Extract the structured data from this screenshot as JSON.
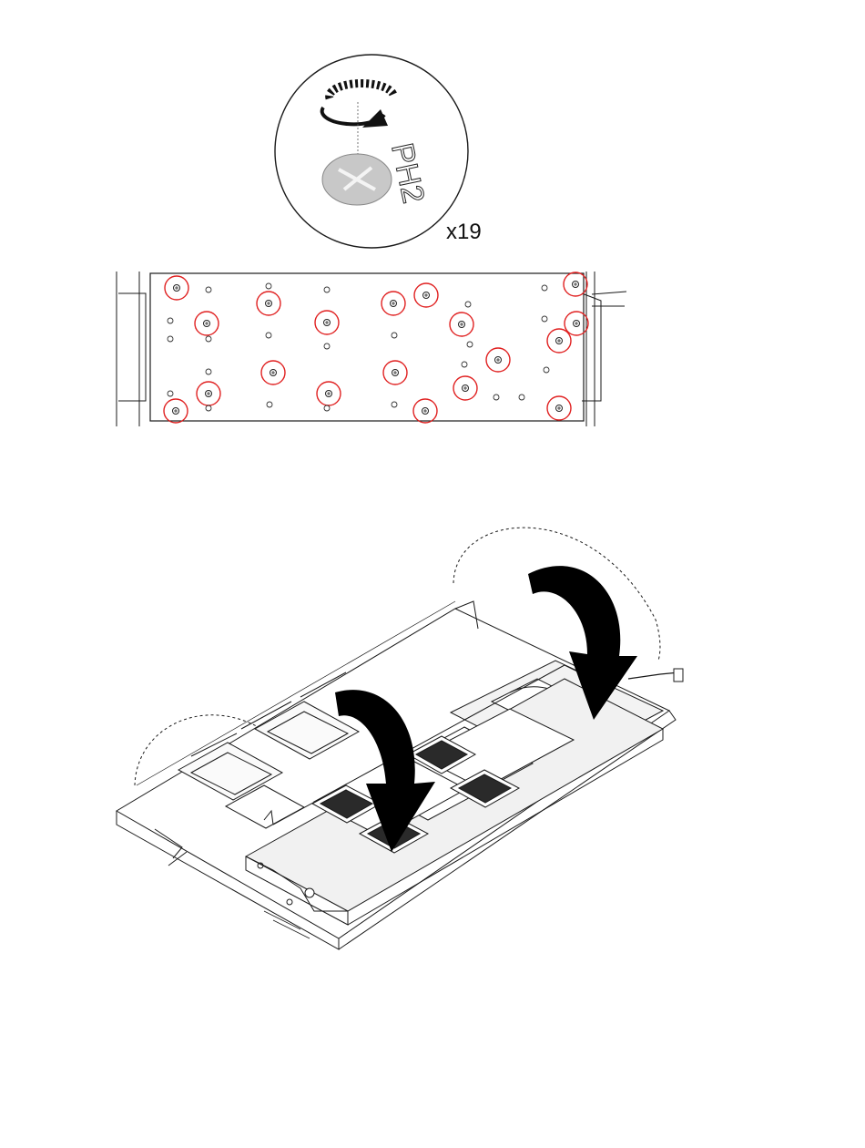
{
  "callout": {
    "tool_label": "PH2",
    "quantity_label": "x19"
  },
  "colors": {
    "line": "#1a1a1a",
    "screw_marker": "#e02020",
    "screw_head": "#c8c8c8",
    "panel_fill": "#ffffff",
    "plate_fill": "#efefef",
    "grid_fill": "#2a2a2a",
    "arrow_fill": "#000000"
  },
  "screw_count": 19,
  "icons": [
    "rotate-arrow-icon",
    "phillips-screw-icon",
    "fold-down-arrow-icon"
  ]
}
